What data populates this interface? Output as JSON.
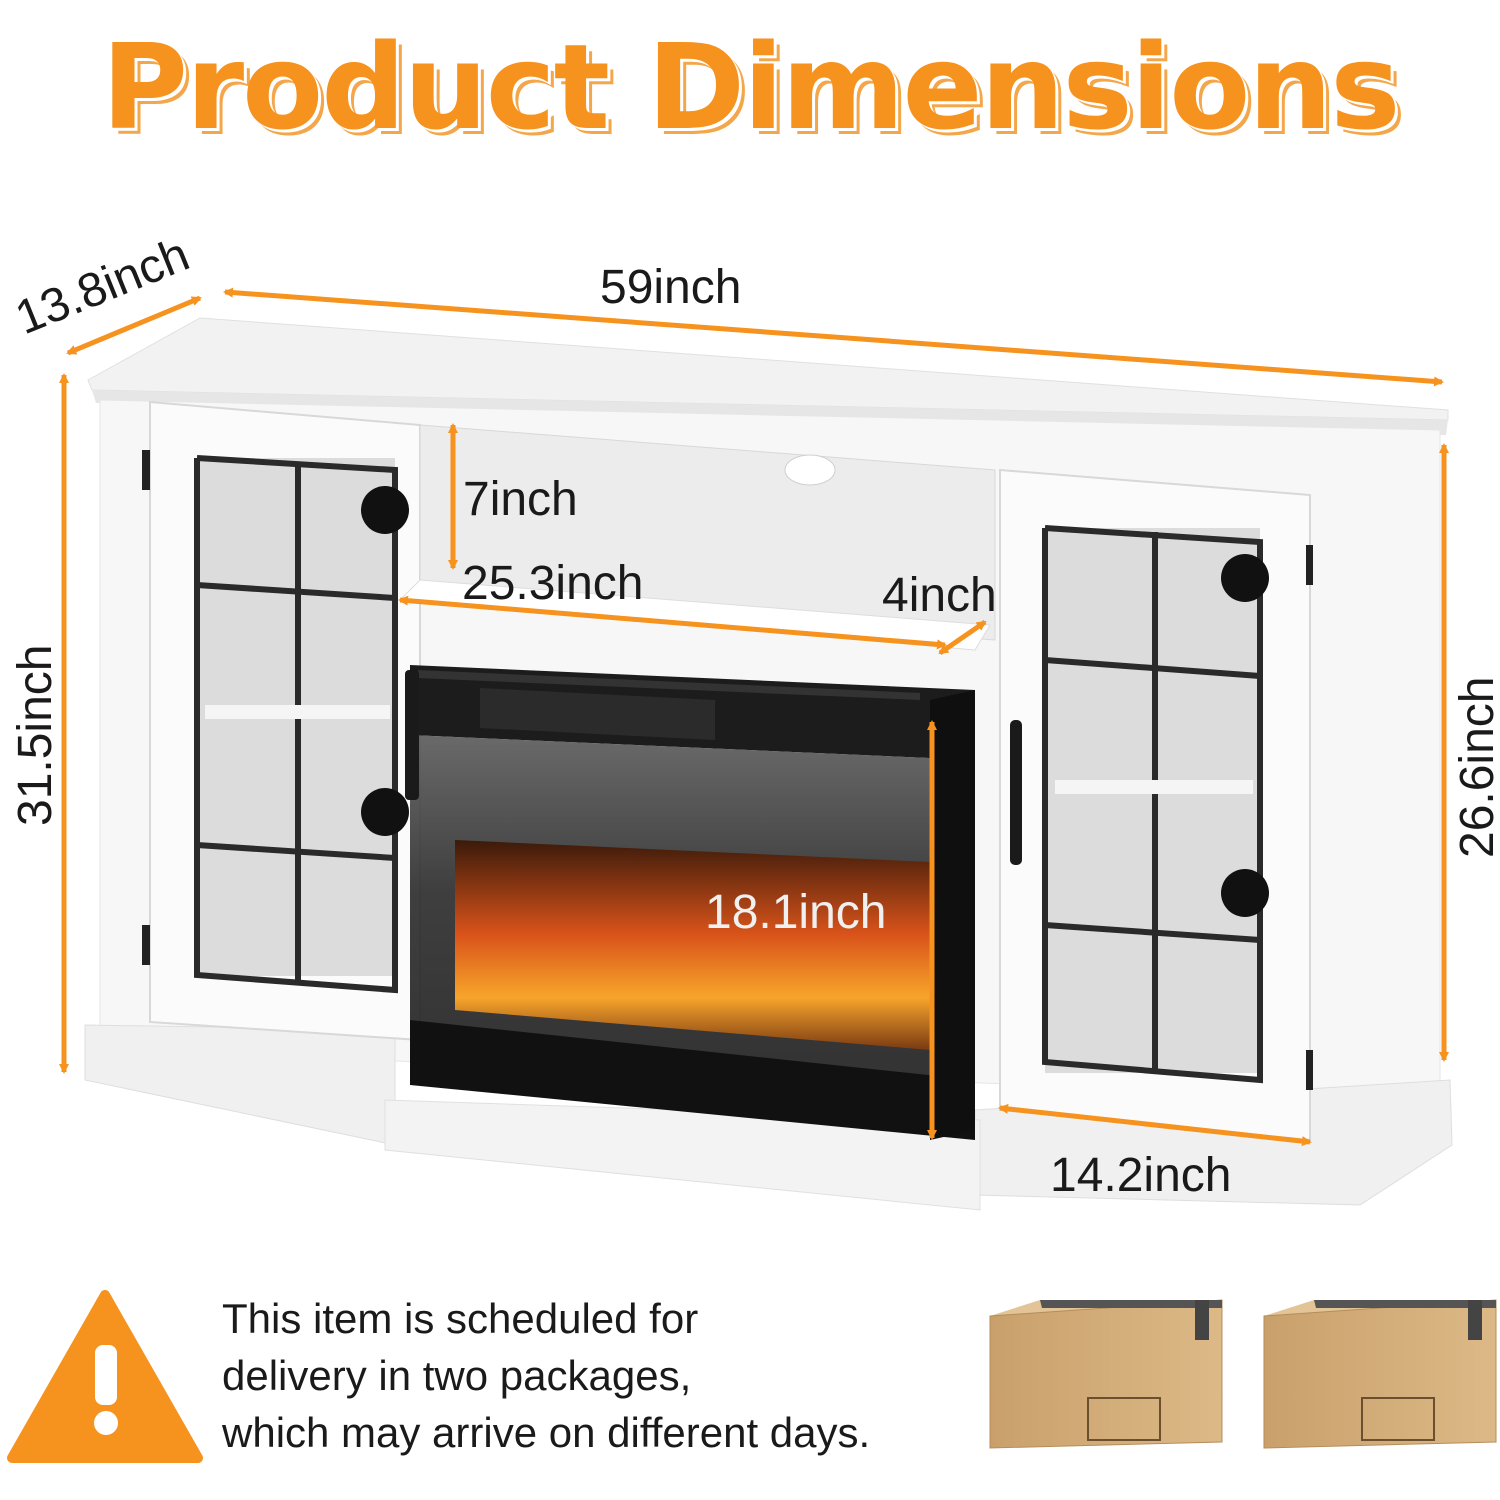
{
  "title": "Product Dimensions",
  "dimensions": {
    "depth": "13.8inch",
    "width": "59inch",
    "height": "31.5inch",
    "side_height": "26.6inch",
    "opening_height": "7inch",
    "fireplace_width": "25.3inch",
    "fireplace_depth": "4inch",
    "fireplace_height": "18.1inch",
    "side_width": "14.2inch"
  },
  "notice": {
    "line1": "This item is scheduled for",
    "line2": "delivery in two packages,",
    "line3": "which may arrive on different days."
  },
  "colors": {
    "accent": "#f6921e",
    "cabinet": "#ffffff",
    "box": "#d3ac78",
    "frame": "#1a1a1a"
  },
  "icons": [
    "warning-icon",
    "package-box-icon",
    "package-box-icon"
  ]
}
